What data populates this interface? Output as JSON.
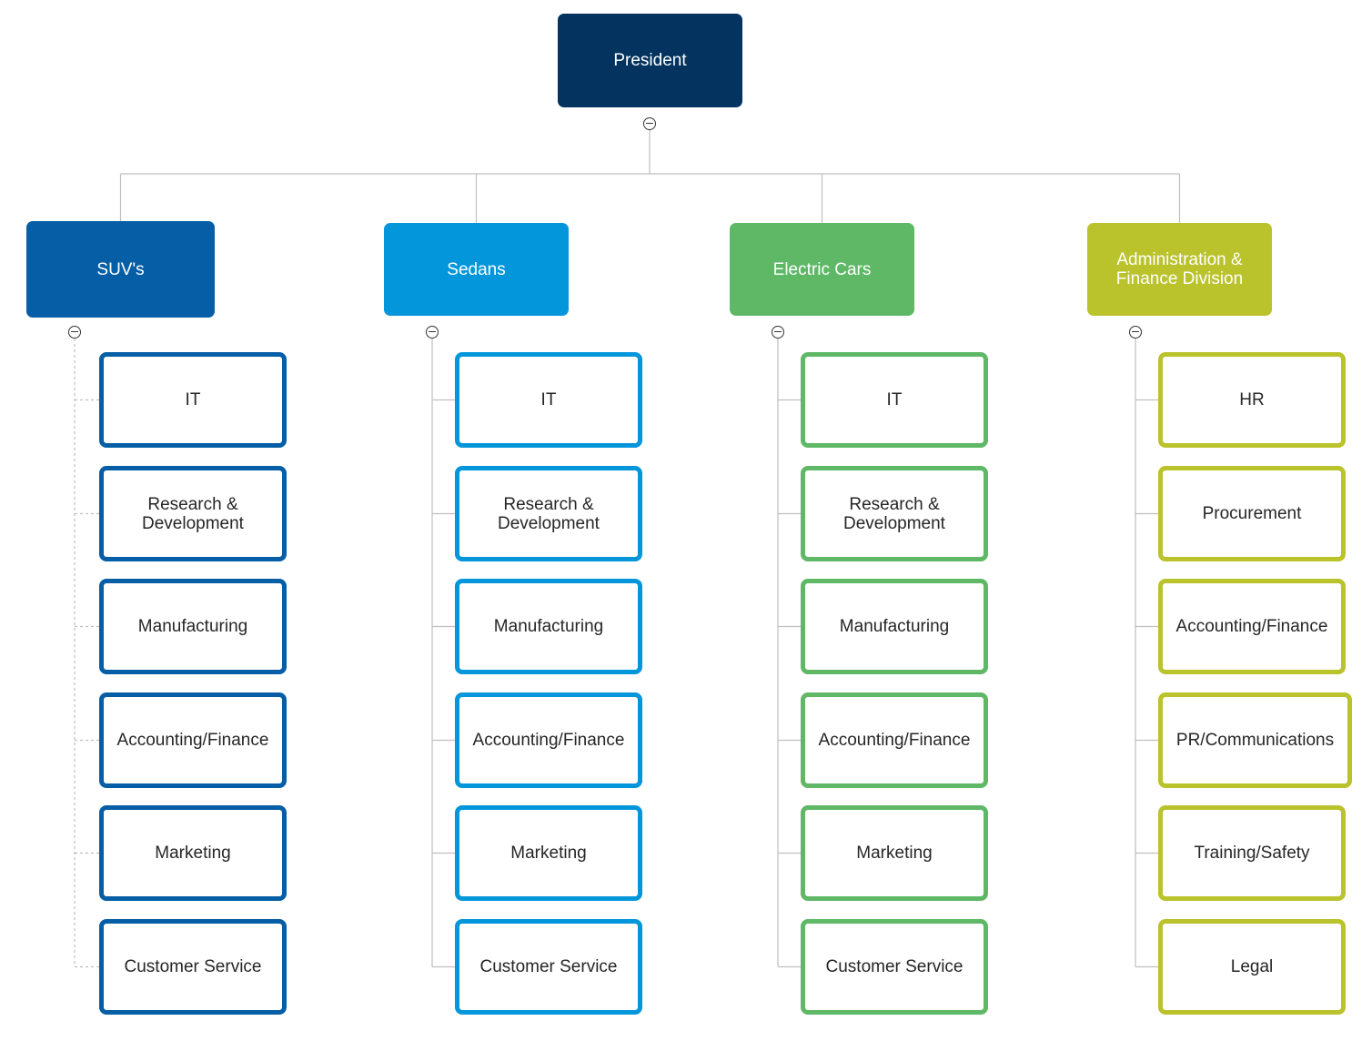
{
  "top": {
    "label": "President",
    "color": "#03335e"
  },
  "departments": [
    {
      "label": "SUV's",
      "color": "#055ea6",
      "children": [
        "IT",
        "Research &\nDevelopment",
        "Manufacturing",
        "Accounting/Finance",
        "Marketing",
        "Customer Service"
      ]
    },
    {
      "label": "Sedans",
      "color": "#0496da",
      "children": [
        "IT",
        "Research &\nDevelopment",
        "Manufacturing",
        "Accounting/Finance",
        "Marketing",
        "Customer Service"
      ]
    },
    {
      "label": "Electric Cars",
      "color": "#5eb866",
      "children": [
        "IT",
        "Research &\nDevelopment",
        "Manufacturing",
        "Accounting/Finance",
        "Marketing",
        "Customer Service"
      ]
    },
    {
      "label": "Administration &\nFinance Division",
      "color": "#bac22c",
      "children": [
        "HR",
        "Procurement",
        "Accounting/Finance",
        "PR/Communications",
        "Training/Safety",
        "Legal"
      ]
    }
  ],
  "connector_color": "#bfbfbf",
  "toggle_icon": "collapse-minus-icon"
}
